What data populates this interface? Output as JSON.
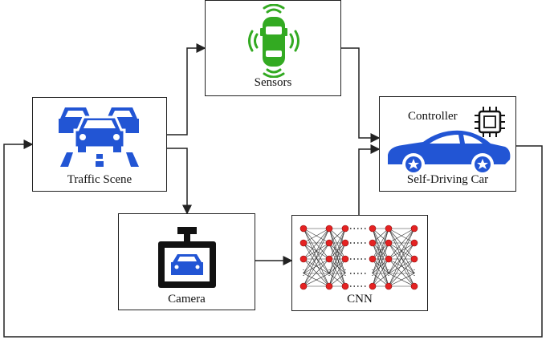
{
  "nodes": {
    "sensors": {
      "label": "Sensors",
      "icon": "car-sensors-icon"
    },
    "traffic_scene": {
      "label": "Traffic Scene",
      "icon": "traffic-cars-icon"
    },
    "camera": {
      "label": "Camera",
      "icon": "dashcam-icon"
    },
    "cnn": {
      "label": "CNN",
      "icon": "neural-network-icon"
    },
    "self_driving_car": {
      "label": "Self-Driving Car",
      "controller_label": "Controller",
      "icon": "car-icon",
      "controller_icon": "chip-icon"
    }
  },
  "colors": {
    "blue": "#2255d4",
    "green": "#33aa22",
    "red": "#e52222",
    "line": "#222222"
  }
}
